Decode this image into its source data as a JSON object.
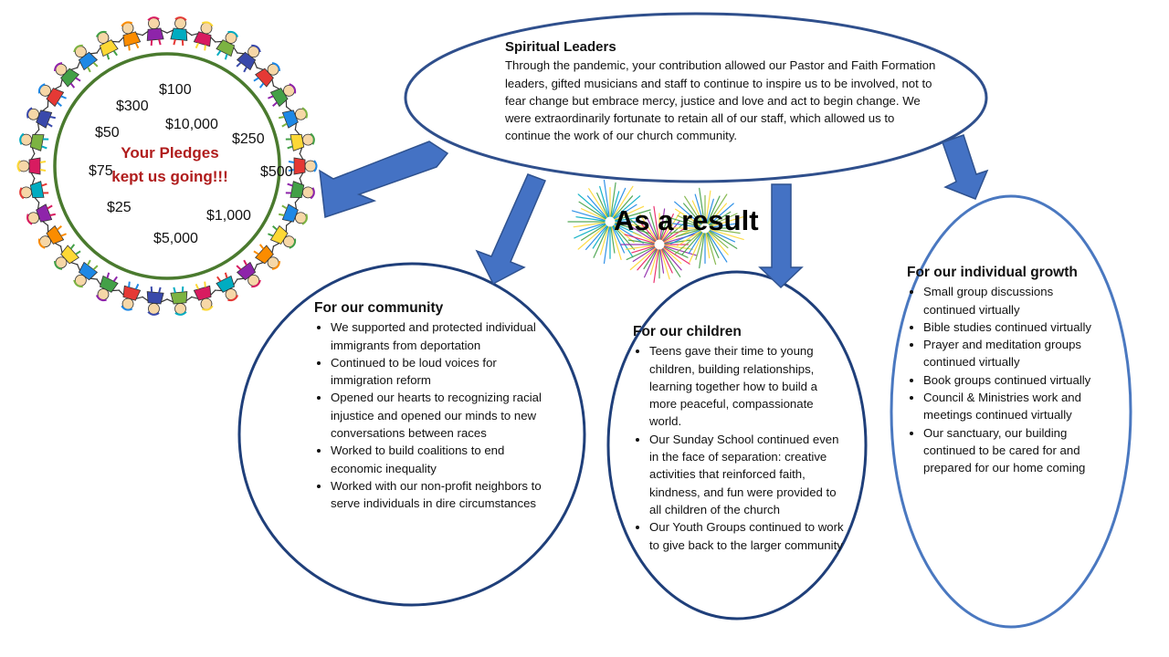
{
  "colors": {
    "ring_green": "#4a7a2e",
    "ellipse_blue": "#2f4f8c",
    "growth_blue": "#4a78c0",
    "arrow_fill": "#4472c4",
    "arrow_stroke": "#2f528f",
    "pledge_red": "#b01c1c"
  },
  "pledge": {
    "amounts": [
      "$100",
      "$300",
      "$10,000",
      "$50",
      "$250",
      "$75",
      "$500",
      "$25",
      "$1,000",
      "$5,000"
    ],
    "message_line1": "Your Pledges",
    "message_line2": "kept us going!!!"
  },
  "spiritual": {
    "title": "Spiritual Leaders",
    "body": "Through the pandemic, your contribution allowed our Pastor and Faith Formation leaders, gifted musicians and staff to continue to inspire us to be involved, not to fear change but embrace mercy, justice and love and act to begin change. We were extraordinarily fortunate to retain all of our staff, which allowed us to continue the work of our church community."
  },
  "result": {
    "title": "As a result"
  },
  "community": {
    "title": "For our community",
    "items": [
      "We supported and protected individual immigrants from deportation",
      "Continued to be loud voices for immigration reform",
      "Opened our hearts to recognizing racial injustice and opened our minds to new conversations between races",
      "Worked to build coalitions to end economic inequality",
      "Worked with our non-profit neighbors to serve individuals in dire circumstances"
    ]
  },
  "children": {
    "title": "For our children",
    "items": [
      "Teens gave their time to young children, building relationships, learning together how to build a more peaceful, compassionate world.",
      "Our Sunday School continued even in the face of separation: creative activities that reinforced faith, kindness, and fun were provided to all children of the church",
      "Our Youth Groups continued to work to give back to the larger community"
    ]
  },
  "growth": {
    "title": "For our individual growth",
    "items": [
      "Small group discussions continued virtually",
      "Bible studies continued virtually",
      "Prayer and meditation groups continued virtually",
      "Book groups continued virtually",
      "Council & Ministries work and meetings continued virtually",
      "Our sanctuary, our building continued to be cared for and prepared for our home coming"
    ]
  }
}
